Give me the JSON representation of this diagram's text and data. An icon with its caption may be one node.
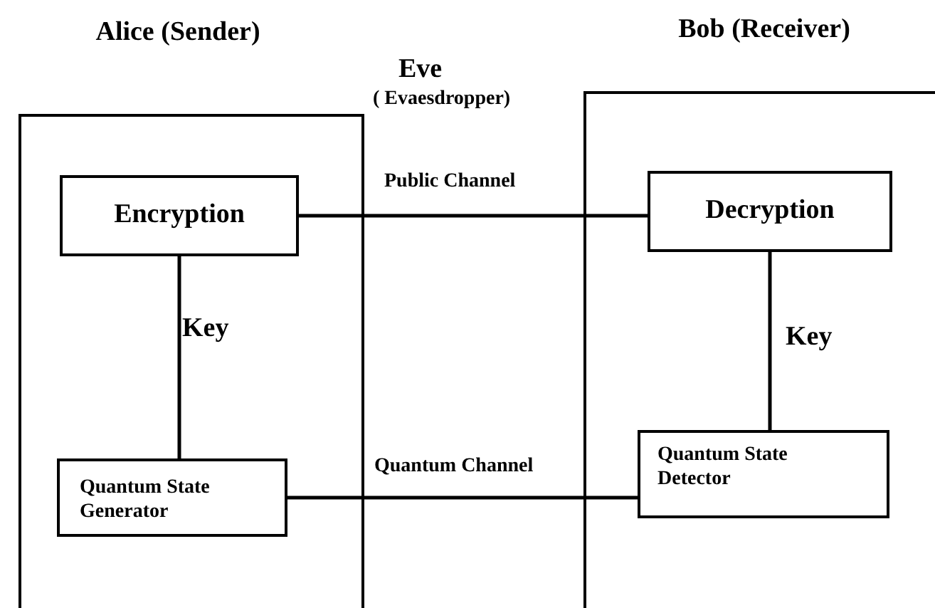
{
  "diagram": {
    "nodes": [
      {
        "text": [
          "Alice (Sender)"
        ]
      },
      {
        "text": [
          "Encryption"
        ],
        "in": 0
      },
      {
        "text": [
          "Quantum State Generator"
        ],
        "in": 0
      },
      {
        "text": [
          "Bob (Receiver)"
        ]
      },
      {
        "text": [
          "Decryption"
        ],
        "in": 3
      },
      {
        "text": [
          "Quantum State Detector"
        ],
        "in": 3
      }
    ],
    "edges": [
      {
        "from": 1,
        "to": 4,
        "arrow": "none",
        "label": "Public Channel"
      },
      {
        "from": 1,
        "to": 2,
        "arrow": "none",
        "label": "Key"
      },
      {
        "from": 4,
        "to": 5,
        "arrow": "none",
        "label": "Key"
      },
      {
        "from": 2,
        "to": 5,
        "arrow": "none",
        "label": "Quantum Channel"
      }
    ],
    "labels": [
      "Eve",
      "( Evaesdropper)"
    ]
  }
}
